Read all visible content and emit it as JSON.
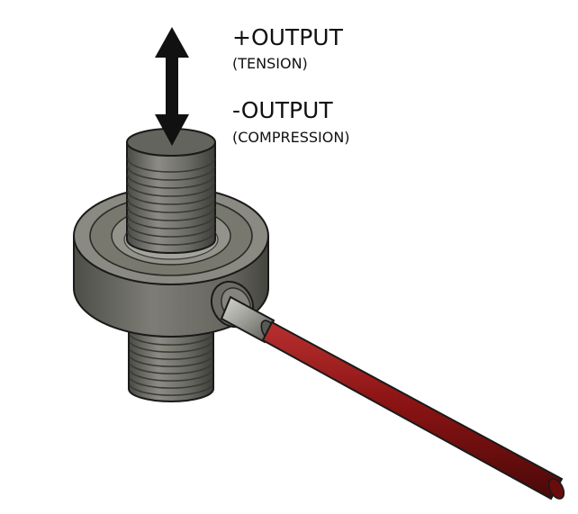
{
  "labels": {
    "positive_output": "+OUTPUT",
    "positive_condition": "(TENSION)",
    "negative_output": "-OUTPUT",
    "negative_condition": "(COMPRESSION)"
  },
  "icons": {
    "direction_arrow": "double-headed-vertical-arrow-icon"
  },
  "colors": {
    "body_metal": "#76766f",
    "cable_red": "#8c1414",
    "arrow": "#111111"
  }
}
